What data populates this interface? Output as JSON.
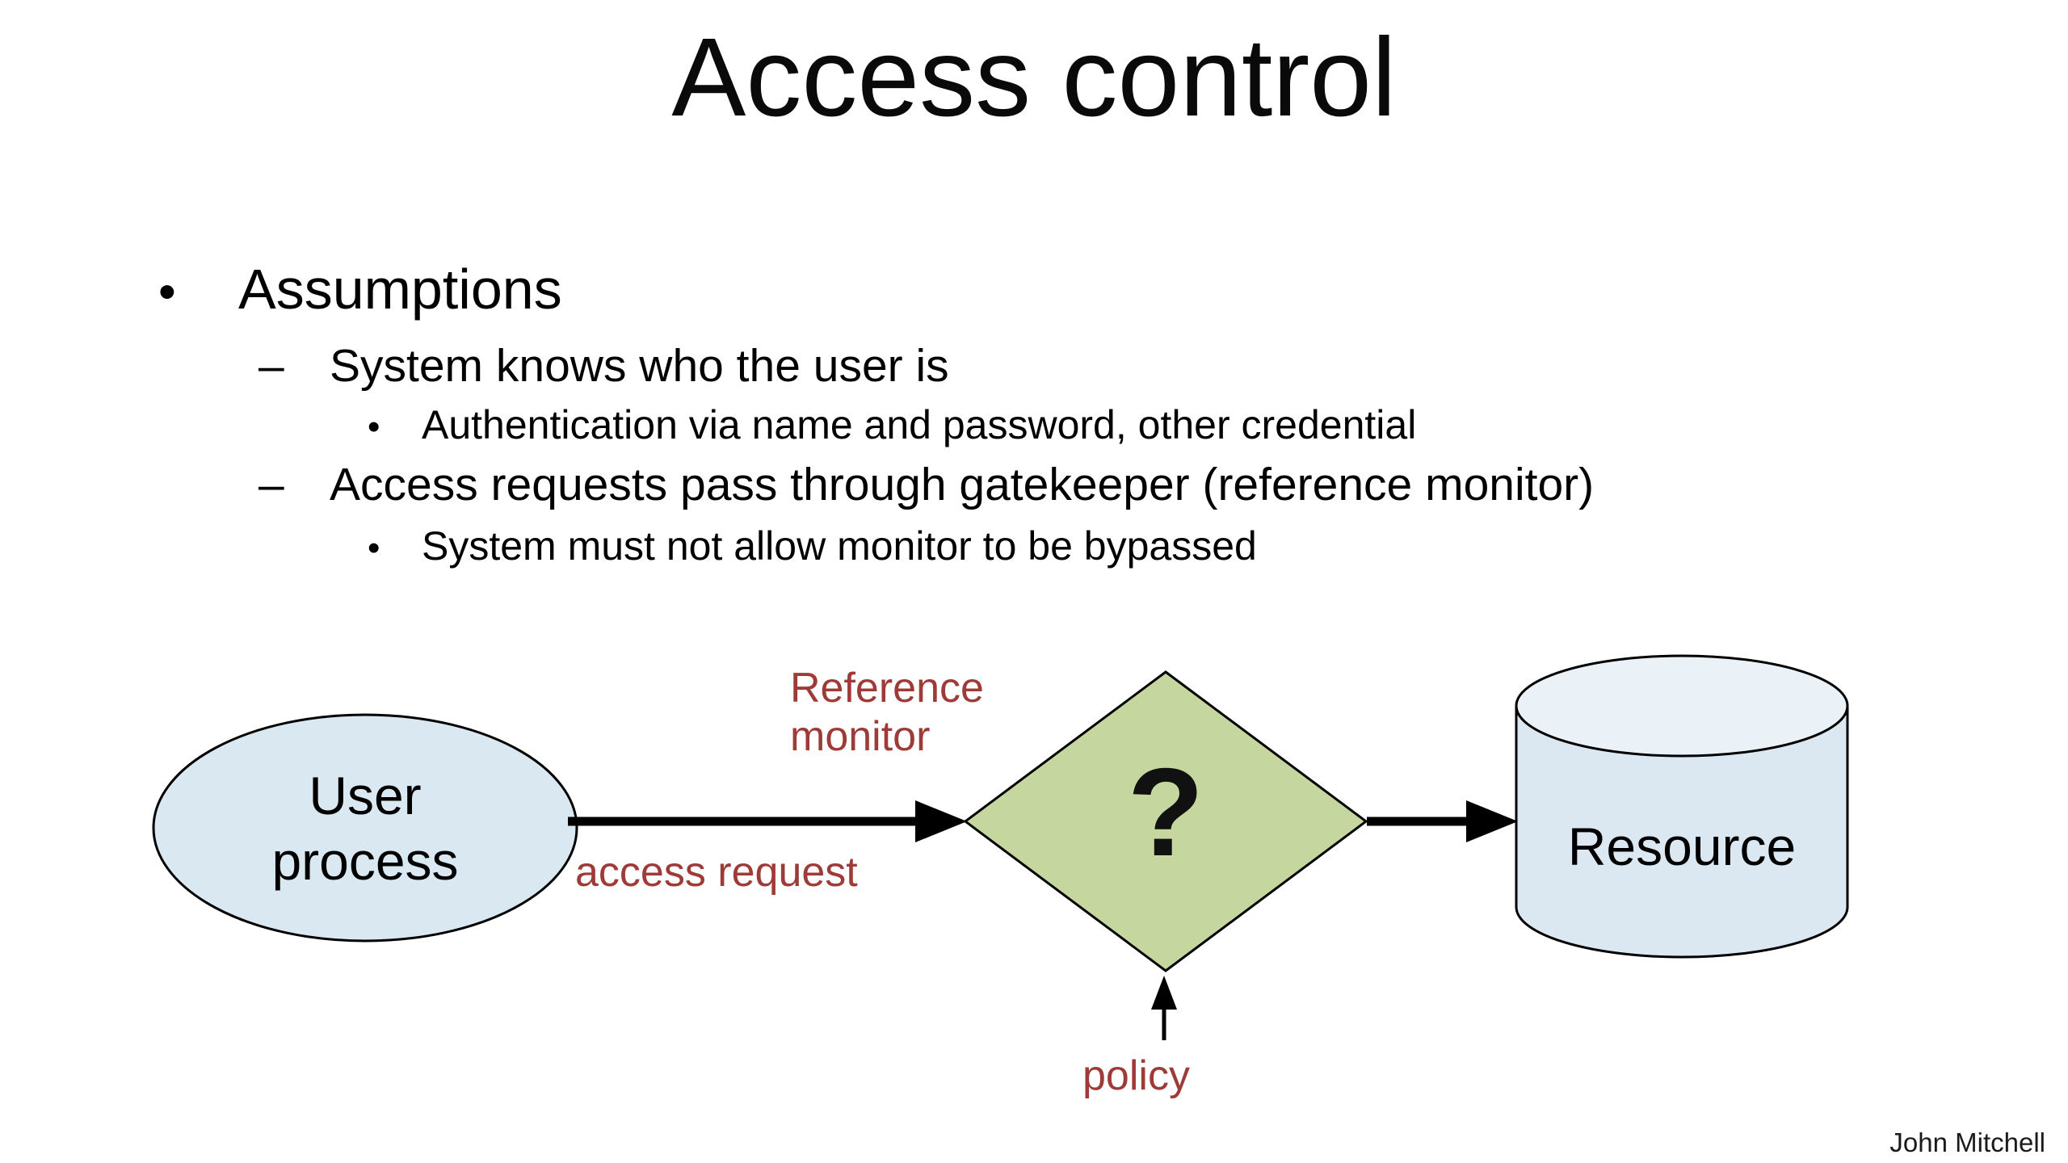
{
  "slide": {
    "title": "Access control",
    "credit": "John Mitchell",
    "bullets": [
      {
        "level": 1,
        "marker": "•",
        "text": "Assumptions"
      },
      {
        "level": 2,
        "marker": "–",
        "text": "System knows who the user is"
      },
      {
        "level": 3,
        "marker": "•",
        "text": "Authentication via name and password, other credential"
      },
      {
        "level": 2,
        "marker": "–",
        "text": "Access requests pass through gatekeeper (reference monitor)"
      },
      {
        "level": 3,
        "marker": "•",
        "text": "System must not allow monitor to be bypassed"
      }
    ]
  },
  "diagram": {
    "user_process": {
      "label_line1": "User",
      "label_line2": "process",
      "fill": "#d9e8f1"
    },
    "reference_monitor": {
      "label_line1": "Reference",
      "label_line2": "monitor",
      "symbol": "?",
      "fill": "#c5d79e"
    },
    "resource": {
      "label": "Resource",
      "body_fill": "#dce8f1",
      "top_fill": "#eaf2f8"
    },
    "edge_labels": {
      "access_request": "access request",
      "policy": "policy"
    },
    "colors": {
      "label_red": "#9e3b38",
      "shape_stroke": "#000000",
      "arrow": "#000000",
      "background": "#ffffff"
    }
  }
}
